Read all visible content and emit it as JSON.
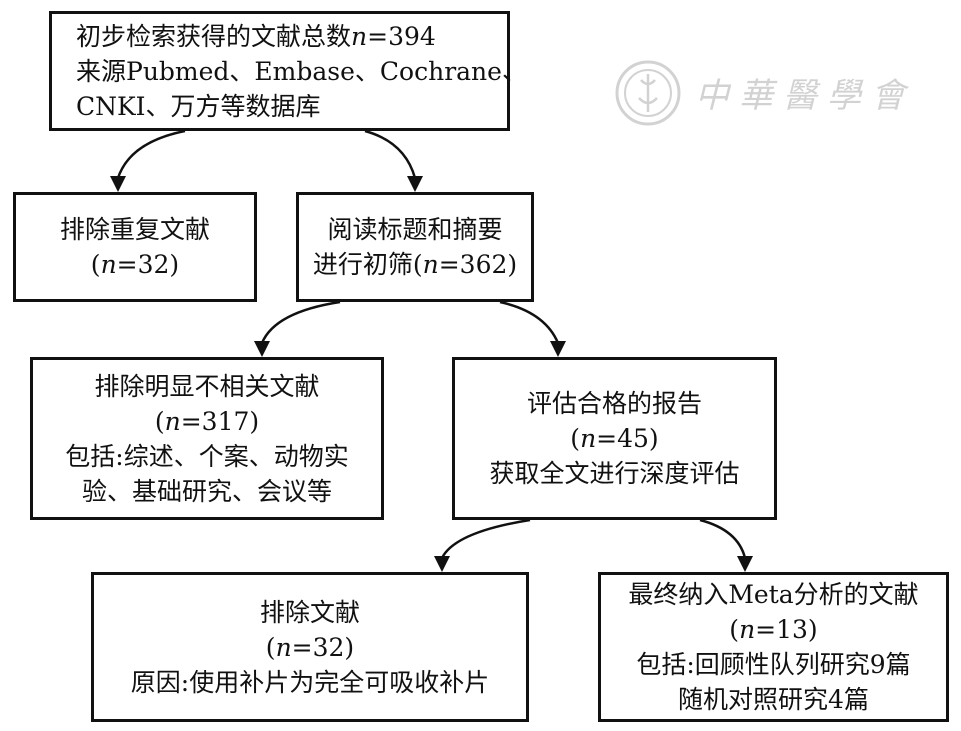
{
  "watermark": {
    "text": "中華醫學會",
    "seal_icon": "society-seal-logo"
  },
  "boxes": {
    "search": {
      "line1_prefix": "初步检索获得的文献总数",
      "line1_n": "n",
      "line1_value": "=394",
      "line2": "来源Pubmed、Embase、Cochrane、",
      "line3": "CNKI、万方等数据库"
    },
    "duplicates": {
      "line1": "排除重复文献",
      "n_open": "(",
      "n": "n",
      "n_value": "=32)"
    },
    "screening": {
      "line1": "阅读标题和摘要",
      "line2_prefix": "进行初筛(",
      "n": "n",
      "n_value": "=362)"
    },
    "irrelevant": {
      "line1": "排除明显不相关文献",
      "n_open": "(",
      "n": "n",
      "n_value": "=317)",
      "line3": "包括:综述、个案、动物实",
      "line4": "验、基础研究、会议等"
    },
    "eligible": {
      "line1": "评估合格的报告",
      "n_open": "(",
      "n": "n",
      "n_value": "=45)",
      "line3": "获取全文进行深度评估"
    },
    "excluded": {
      "line1": "排除文献",
      "n_open": "(",
      "n": "n",
      "n_value": "=32)",
      "line3": "原因:使用补片为完全可吸收补片"
    },
    "included": {
      "line1": "最终纳入Meta分析的文献",
      "n_open": "(",
      "n": "n",
      "n_value": "=13)",
      "line3": "包括:回顾性队列研究9篇",
      "line4": "随机对照研究4篇"
    }
  }
}
